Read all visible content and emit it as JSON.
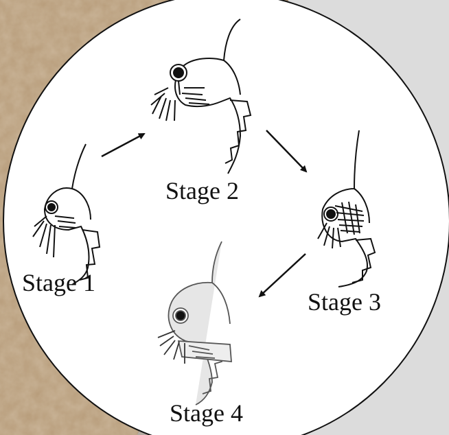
{
  "diagram": {
    "stages": [
      {
        "label": "Stage 1",
        "shade": "#ffffff"
      },
      {
        "label": "Stage 2",
        "shade": "#ffffff"
      },
      {
        "label": "Stage 3",
        "shade": "#ffffff"
      },
      {
        "label": "Stage 4",
        "shade": "#e6e6e6"
      }
    ],
    "arrows": [
      {
        "from": "Stage 1",
        "to": "Stage 2"
      },
      {
        "from": "Stage 2",
        "to": "Stage 3"
      },
      {
        "from": "Stage 3",
        "to": "Stage 4"
      }
    ]
  },
  "colors": {
    "background_left": "#b79c7a",
    "background_right": "#dcdcdc",
    "circle_fill": "#ffffff",
    "ink": "#111111"
  }
}
